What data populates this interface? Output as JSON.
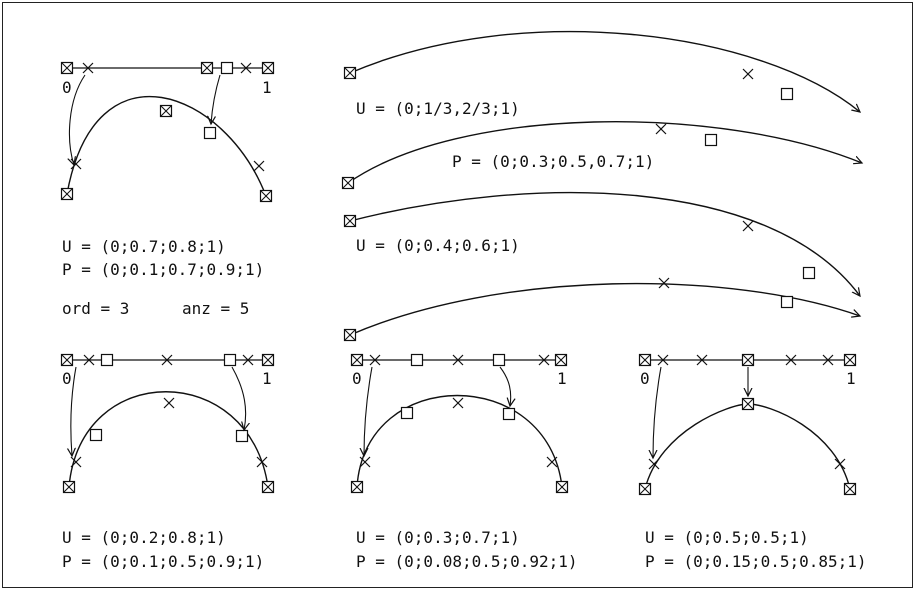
{
  "panels": {
    "top_left": {
      "p0": "0",
      "p1": "1",
      "u_text": "U = (0;0.7;0.8;1)",
      "p_text": "P = (0;0.1;0.7;0.9;1)"
    },
    "global": {
      "ord_text": "ord = 3",
      "anz_text": "anz = 5"
    },
    "right_1": {
      "u_text": "U = (0;1/3,2/3;1)"
    },
    "right_2": {
      "p_text": "P = (0;0.3;0.5,0.7;1)"
    },
    "right_3": {
      "u_text": "U = (0;0.4;0.6;1)"
    },
    "bottom_left": {
      "p0": "0",
      "p1": "1",
      "u_text": "U = (0;0.2;0.8;1)",
      "p_text": "P = (0;0.1;0.5;0.9;1)"
    },
    "bottom_mid": {
      "p0": "0",
      "p1": "1",
      "u_text": "U = (0;0.3;0.7;1)",
      "p_text": "P = (0;0.08;0.5;0.92;1)"
    },
    "bottom_right": {
      "p0": "0",
      "p1": "1",
      "u_text": "U = (0;0.5;0.5;1)",
      "p_text": "P = (0;0.15;0.5;0.85;1)"
    }
  },
  "colors": {
    "ink": "#111111",
    "background": "#ffffff"
  }
}
